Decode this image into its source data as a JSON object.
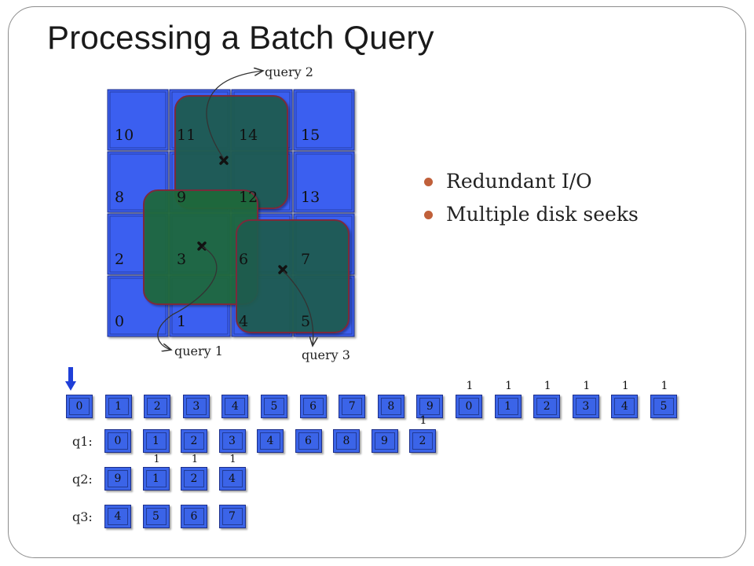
{
  "title": "Processing a Batch Query",
  "grid": {
    "rows": [
      [
        "10",
        "11",
        "14",
        "15"
      ],
      [
        "8",
        "9",
        "12",
        "13"
      ],
      [
        "2",
        "3",
        "6",
        "7"
      ],
      [
        "0",
        "1",
        "4",
        "5"
      ]
    ],
    "cell_color": "#3a5ff0",
    "query_color": "#1f5c50"
  },
  "queries": [
    {
      "label": "query 1"
    },
    {
      "label": "query 2"
    },
    {
      "label": "query 3"
    }
  ],
  "bullets": [
    "Redundant I/O",
    "Multiple disk seeks"
  ],
  "bullet_color": "#c0603a",
  "disk_order": [
    {
      "top": "",
      "main": "0"
    },
    {
      "top": "",
      "main": "1"
    },
    {
      "top": "",
      "main": "2"
    },
    {
      "top": "",
      "main": "3"
    },
    {
      "top": "",
      "main": "4"
    },
    {
      "top": "",
      "main": "5"
    },
    {
      "top": "",
      "main": "6"
    },
    {
      "top": "",
      "main": "7"
    },
    {
      "top": "",
      "main": "8"
    },
    {
      "top": "",
      "main": "9"
    },
    {
      "top": "1",
      "main": "0"
    },
    {
      "top": "1",
      "main": "1"
    },
    {
      "top": "1",
      "main": "2"
    },
    {
      "top": "1",
      "main": "3"
    },
    {
      "top": "1",
      "main": "4"
    },
    {
      "top": "1",
      "main": "5"
    }
  ],
  "query_rows": [
    {
      "label": "q1:",
      "blocks": [
        {
          "main": "0",
          "top": "",
          "bot": ""
        },
        {
          "main": "1",
          "top": "",
          "bot": "1"
        },
        {
          "main": "2",
          "top": "",
          "bot": "1"
        },
        {
          "main": "3",
          "top": "",
          "bot": "1"
        },
        {
          "main": "4",
          "top": "",
          "bot": ""
        },
        {
          "main": "6",
          "top": "",
          "bot": ""
        },
        {
          "main": "8",
          "top": "",
          "bot": ""
        },
        {
          "main": "9",
          "top": "",
          "bot": ""
        },
        {
          "main": "2",
          "top": "1",
          "bot": ""
        }
      ]
    },
    {
      "label": "q2:",
      "blocks": [
        {
          "main": "9",
          "top": "",
          "bot": ""
        },
        {
          "main": "1",
          "top": "",
          "bot": ""
        },
        {
          "main": "2",
          "top": "",
          "bot": ""
        },
        {
          "main": "4",
          "top": "",
          "bot": ""
        }
      ]
    },
    {
      "label": "q3:",
      "blocks": [
        {
          "main": "4",
          "top": "",
          "bot": ""
        },
        {
          "main": "5",
          "top": "",
          "bot": ""
        },
        {
          "main": "6",
          "top": "",
          "bot": ""
        },
        {
          "main": "7",
          "top": "",
          "bot": ""
        }
      ]
    }
  ]
}
